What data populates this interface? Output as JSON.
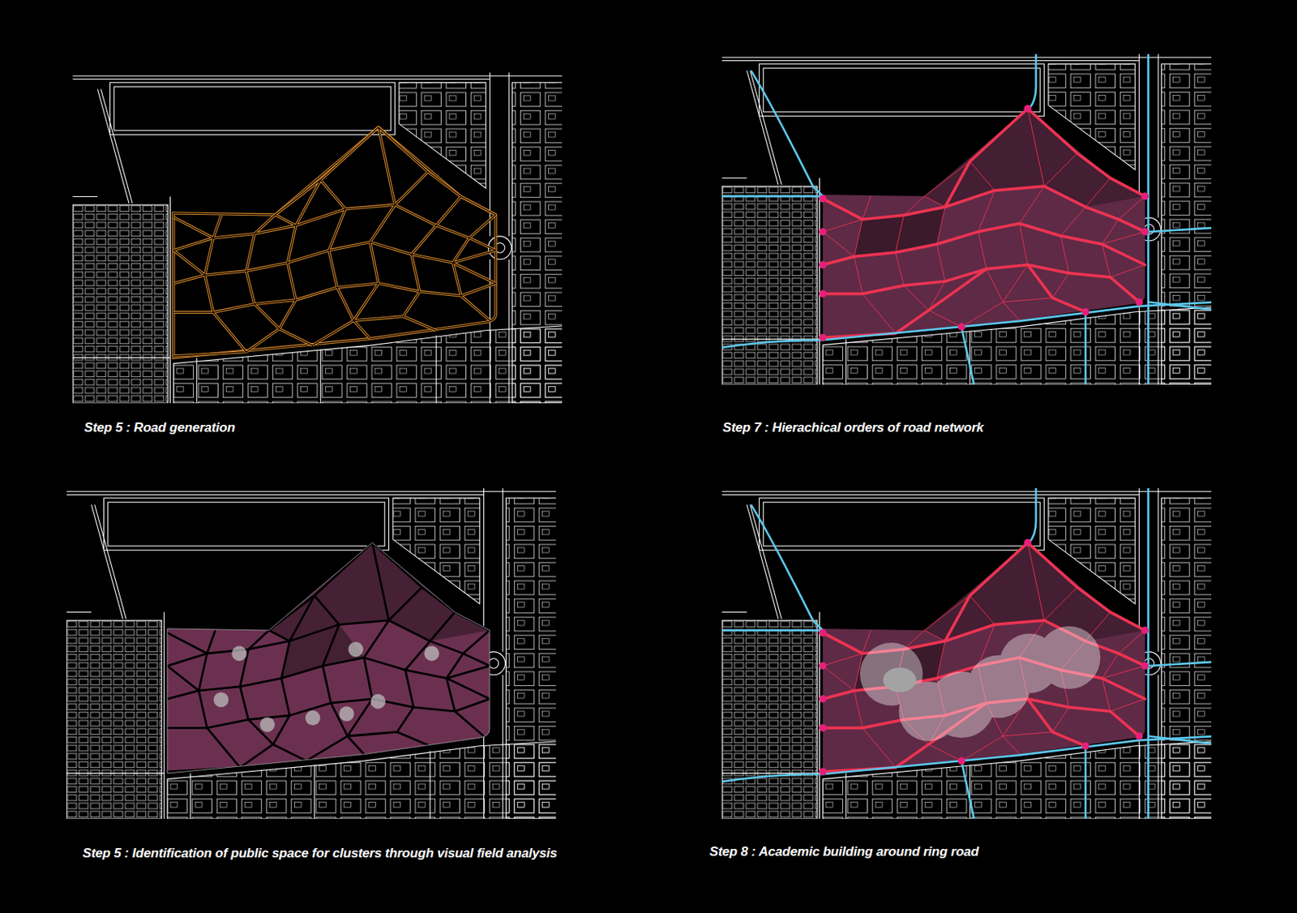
{
  "diagram": {
    "labels": [
      "Step 5 : Road generation",
      "Step 7 : Hierachical orders of road network",
      "Step 5 : Identification of public space for clusters through visual field analysis",
      "Step 8 : Academic building around ring road"
    ]
  }
}
